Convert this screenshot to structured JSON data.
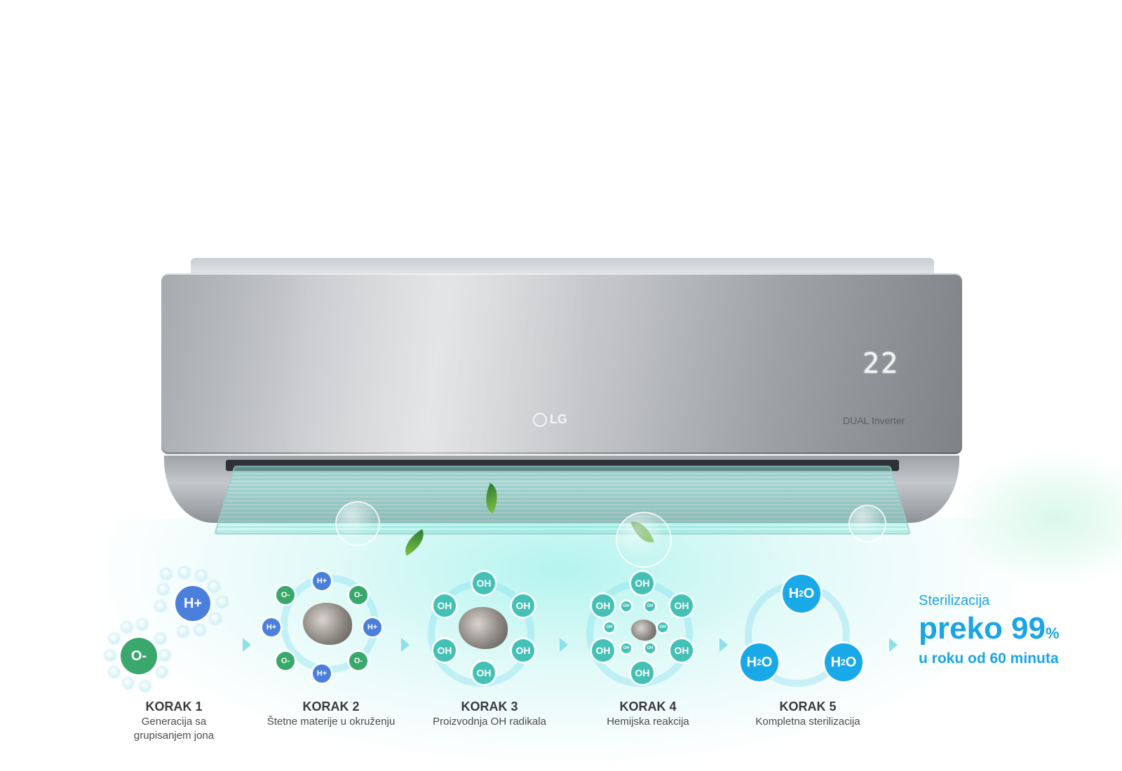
{
  "product": {
    "brand": "LG",
    "display_value": "22",
    "model_label": "DUAL Inverter"
  },
  "steps": [
    {
      "title": "KORAK 1",
      "desc": "Generacija sa grupisanjem jona"
    },
    {
      "title": "KORAK 2",
      "desc": "Štetne materije u okruženju"
    },
    {
      "title": "KORAK 3",
      "desc": "Proizvodnja OH radikala"
    },
    {
      "title": "KORAK 4",
      "desc": "Hemijska reakcija"
    },
    {
      "title": "KORAK 5",
      "desc": "Kompletna sterilizacija"
    }
  ],
  "molecules": {
    "o_minus": "O-",
    "h_plus": "H+",
    "oh": "OH",
    "h2o_h": "H",
    "h2o_sub": "2",
    "h2o_o": "O"
  },
  "sterilization": {
    "line1": "Sterilizacija",
    "line2_main": "preko 99",
    "line2_unit": "%",
    "line3": "u roku od 60 minuta"
  },
  "colors": {
    "accent": "#1aa5e6",
    "oxygen": "#3aa76d",
    "hydrogen": "#4a7fdc",
    "hydroxyl": "#45c0b5",
    "water": "#19a9e8"
  }
}
